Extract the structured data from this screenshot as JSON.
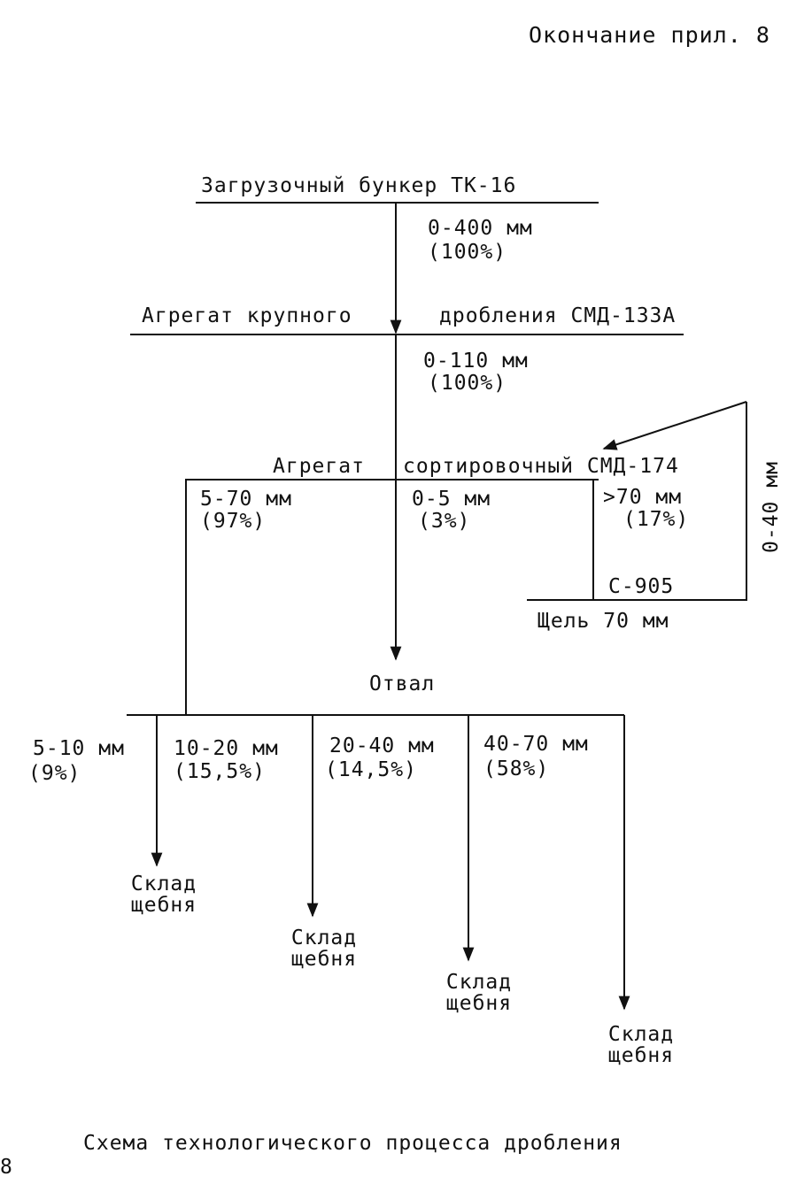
{
  "header": {
    "continuation": "Окончание прил. 8"
  },
  "nodes": {
    "hopper": "Загрузочный бункер ТК-16",
    "crusher_left": "Агрегат крупного",
    "crusher_right": "дробления СМД-133А",
    "sorter_left": "Агрегат",
    "sorter_right": "сортировочный СМД-174",
    "c905": "С-905",
    "slot": "Щель 70 мм",
    "dump": "Отвал"
  },
  "flows": {
    "f1_size": "0-400 мм",
    "f1_pct": "(100%)",
    "f2_size": "0-110 мм",
    "f2_pct": "(100%)",
    "f3_size": "5-70 мм",
    "f3_pct": "(97%)",
    "f4_size": "0-5 мм",
    "f4_pct": "(3%)",
    "f5_size": ">70 мм",
    "f5_pct": "(17%)",
    "return": "0-40 мм"
  },
  "fractions": [
    {
      "size": "5-10 мм",
      "pct": "(9%)",
      "store": [
        "Склад",
        "щебня"
      ]
    },
    {
      "size": "10-20 мм",
      "pct": "(15,5%)",
      "store": [
        "Склад",
        "щебня"
      ]
    },
    {
      "size": "20-40 мм",
      "pct": "(14,5%)",
      "store": [
        "Склад",
        "щебня"
      ]
    },
    {
      "size": "40-70 мм",
      "pct": "(58%)",
      "store": [
        "Склад",
        "щебня"
      ]
    }
  ],
  "caption": "Схема технологического процесса дробления",
  "page_number": "8"
}
